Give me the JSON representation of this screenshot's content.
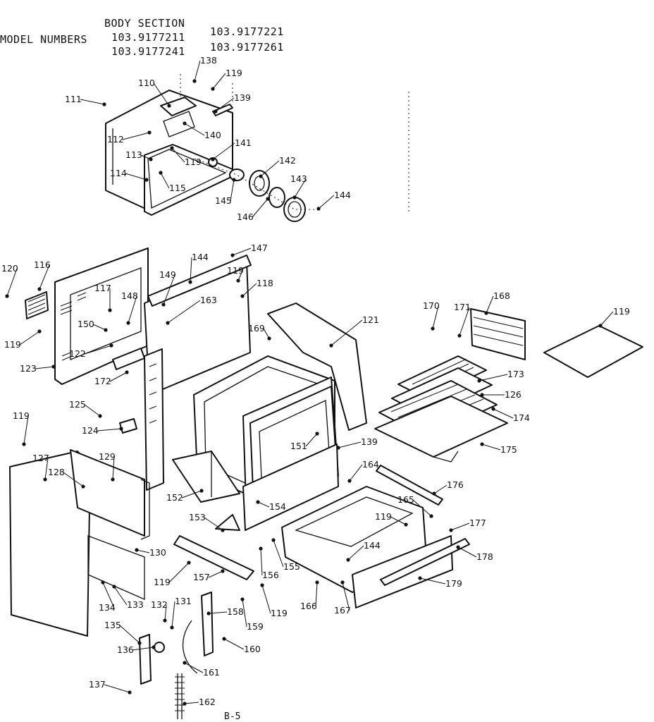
{
  "header": {
    "title": "BODY SECTION",
    "model_label": "MODEL NUMBERS",
    "models": [
      "103.9177211",
      "103.9177221",
      "103.9177241",
      "103.9177261"
    ]
  },
  "footer": {
    "page_code": "B-5"
  },
  "callouts": [
    "138",
    "119",
    "139",
    "110",
    "111",
    "140",
    "112",
    "141",
    "113",
    "119",
    "114",
    "115",
    "142",
    "143",
    "145",
    "144",
    "146",
    "147",
    "144",
    "119",
    "120",
    "116",
    "149",
    "118",
    "117",
    "148",
    "163",
    "121",
    "119",
    "150",
    "169",
    "170",
    "171",
    "168",
    "119",
    "122",
    "123",
    "172",
    "173",
    "126",
    "119",
    "125",
    "124",
    "174",
    "127",
    "129",
    "128",
    "151",
    "139",
    "175",
    "164",
    "176",
    "152",
    "165",
    "154",
    "153",
    "119",
    "177",
    "130",
    "144",
    "178",
    "156",
    "155",
    "119",
    "157",
    "179",
    "166",
    "167",
    "134",
    "133",
    "132",
    "131",
    "158",
    "159",
    "119",
    "135",
    "160",
    "136",
    "161",
    "137",
    "162"
  ],
  "colors": {
    "ink": "#111111",
    "paper": "#ffffff"
  }
}
